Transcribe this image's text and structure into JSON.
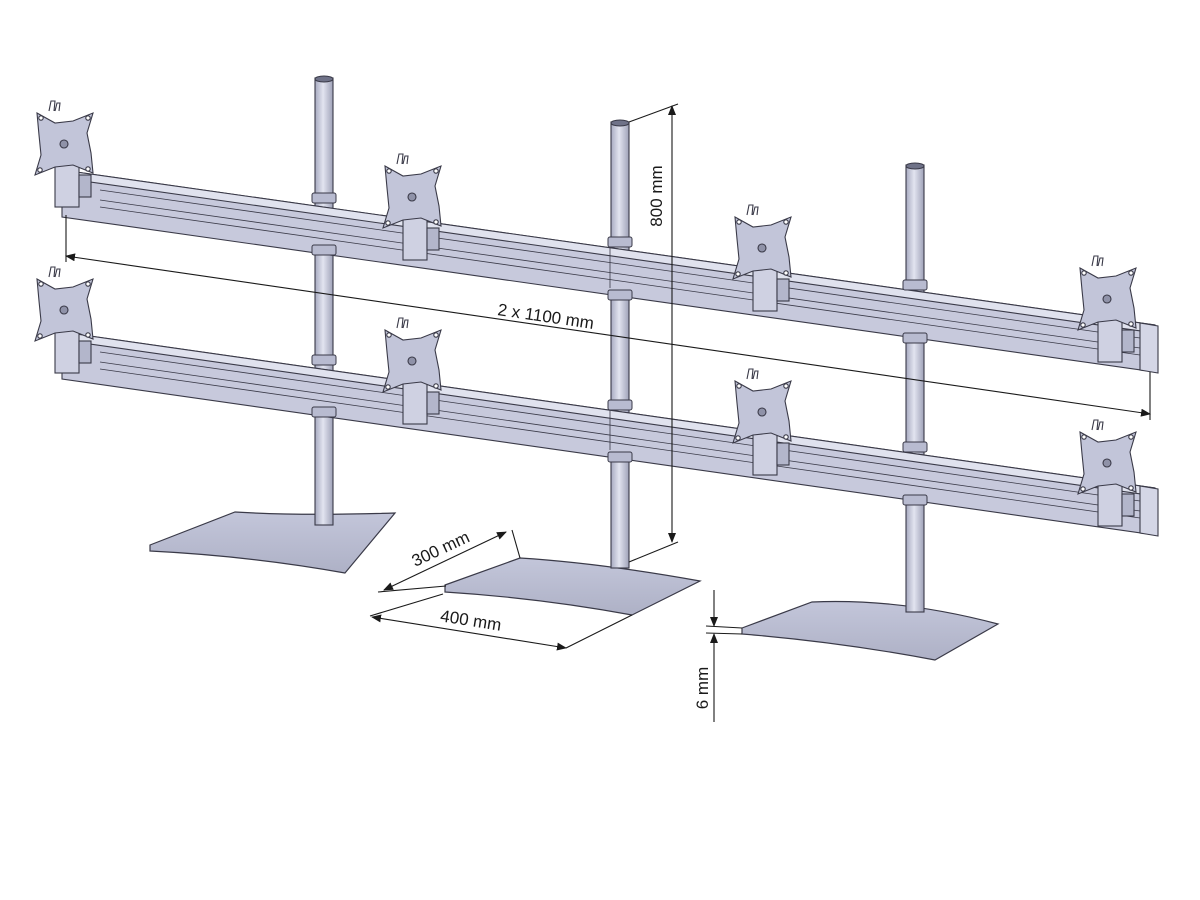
{
  "dimensions": {
    "width": "2 x 1100 mm",
    "height": "800 mm",
    "base_depth": "300 mm",
    "base_width": "400 mm",
    "base_thickness": "6 mm"
  },
  "colors": {
    "metal": "#c9cbdf",
    "metal_light": "#dddfee",
    "metal_dark": "#8f92a8",
    "outline": "#3a3a48",
    "dim_line": "#1a1a1a"
  }
}
